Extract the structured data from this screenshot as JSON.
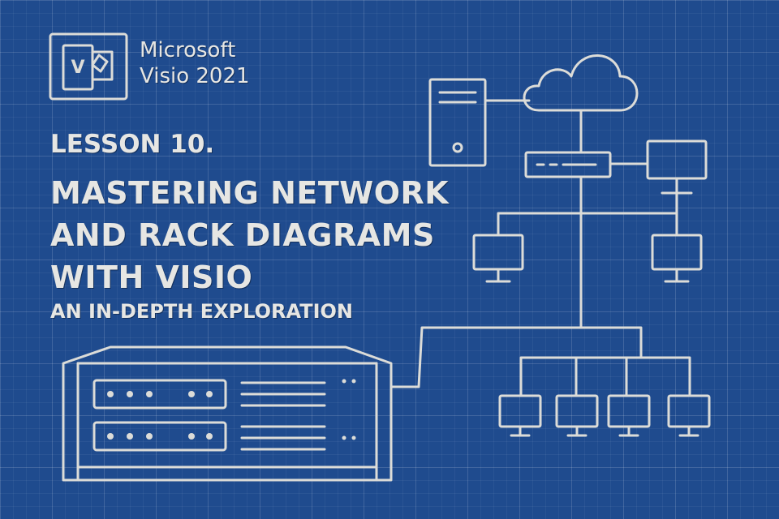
{
  "brand": {
    "line1": "Microsoft",
    "line2": "Visio 2021",
    "logo_letter": "V",
    "logo_icon": "visio-logo-icon"
  },
  "heading": {
    "lesson": "LESSON 10.",
    "title_lines": [
      "MASTERING NETWORK",
      "AND RACK DIAGRAMS",
      "WITH VISIO"
    ],
    "subtitle": "AN IN-DEPTH EXPLORATION"
  },
  "diagram": {
    "icons": [
      "server-tower-icon",
      "cloud-icon",
      "network-switch-icon",
      "monitor-icon",
      "rack-server-icon"
    ],
    "rack_units": 2,
    "workstations": 7
  },
  "colors": {
    "background": "#1f4b8e",
    "line": "#dcdcd8"
  }
}
